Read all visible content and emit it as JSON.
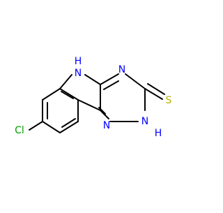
{
  "molecule": {
    "atoms": {
      "nh_indole": "N",
      "nh_indole_h": "H",
      "n_triazine_4": "N",
      "s_thione": "S",
      "nh_triazine_2": "N",
      "nh_triazine_2_h": "H",
      "n_triazine_1": "N",
      "cl": "Cl"
    }
  },
  "colors": {
    "carbon_bond": "#000000",
    "nitrogen": "#0000ff",
    "sulfur": "#b2b200",
    "chlorine": "#00a000",
    "background": "#ffffff"
  }
}
